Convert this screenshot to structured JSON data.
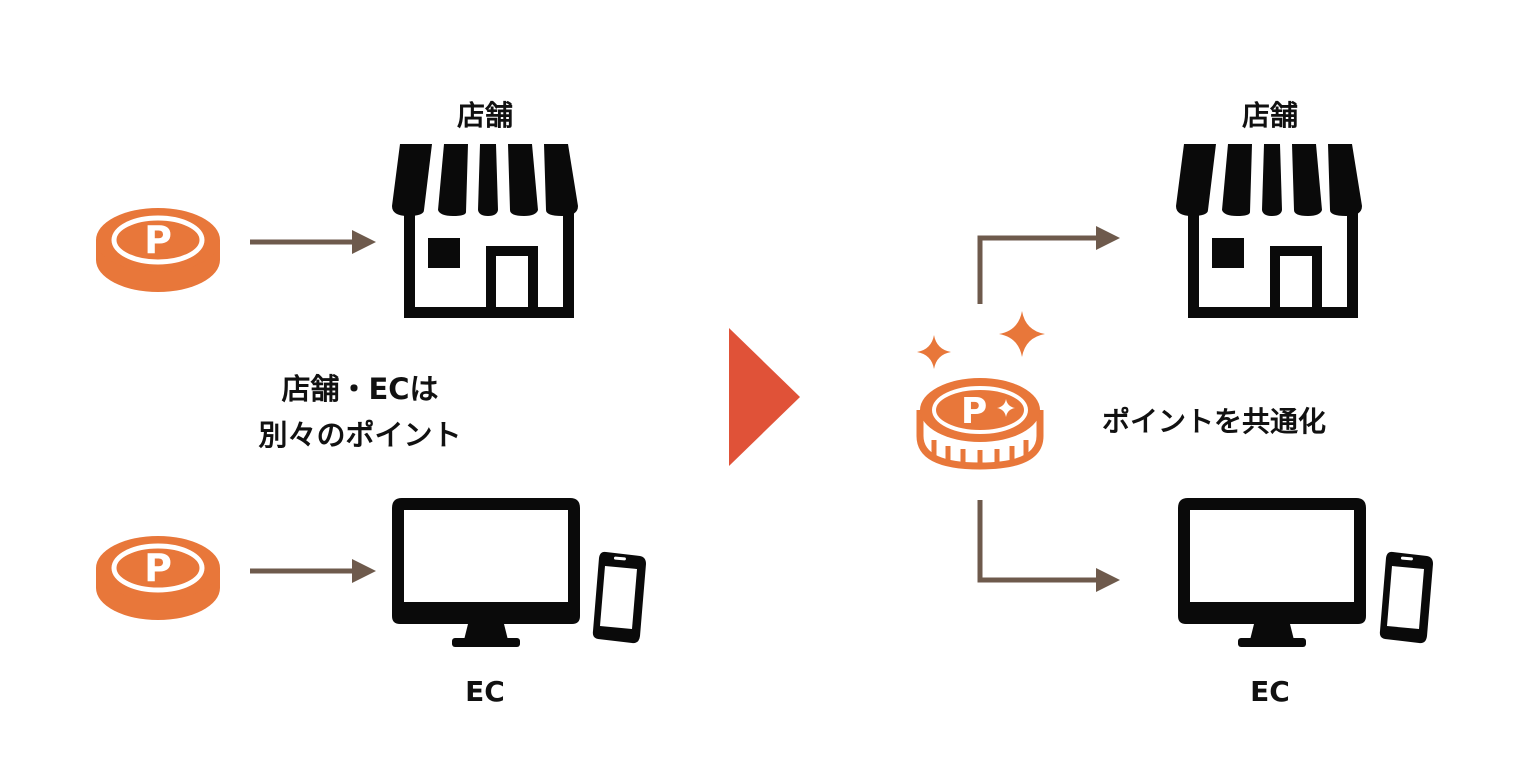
{
  "colors": {
    "coin": "#e8773a",
    "coin_highlight": "#ffffff",
    "arrow": "#6e5a4c",
    "transition_triangle": "#e05238",
    "icon": "#0a0a0a"
  },
  "left": {
    "store_label": "店舗",
    "ec_label": "EC",
    "description_line1": "店舗・ECは",
    "description_line2": "別々のポイント",
    "coin_letter": "P"
  },
  "right": {
    "store_label": "店舗",
    "ec_label": "EC",
    "description": "ポイントを共通化",
    "coin_letter": "P"
  },
  "icons": {
    "coin": "point-coin-icon",
    "shared_coin": "shared-point-coin-icon",
    "store": "store-icon",
    "monitor": "monitor-icon",
    "phone": "smartphone-icon",
    "sparkle": "sparkle-icon",
    "arrow": "arrow-right-icon",
    "transition": "play-triangle-icon"
  }
}
